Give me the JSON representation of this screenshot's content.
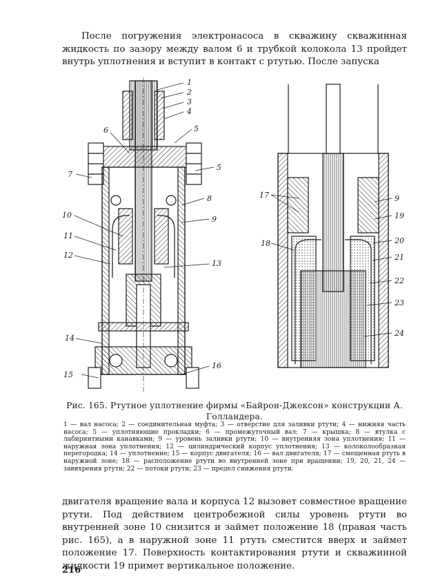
{
  "page": {
    "paragraph_top": "После погружения электронасоса в скважину скважинная жидкость по зазору между валом 6 и трубкой колокола 13 пройдет внутрь уплотнения и вступит в контакт с ртутью. После запуска",
    "figure_caption": "Рис. 165. Ртутное уплотнение фирмы «Байрон-Джексон» конструкции А. Голландера.",
    "figure_legend": "1 — вал насоса; 2 — соединительная муфта; 3 — отверстие для заливки ртути; 4 — нижняя часть насоса; 5 — уплотняющие прокладки; 6 — промежуточный вал; 7 — крышка; 8 — втулка с лабиринтными канавками; 9 — уровень заливки ртути; 10 — внутренняя зона уплотнения; 11 — наружная зона уплотнения; 12 — цилиндрический корпус уплотнения; 13 — колоколообразная перегородка; 14 — уплотнение; 15 — корпус двигателя; 16 — вал двигателя; 17 — смещенная ртуть в наружной зоне; 18 — расположение ртути во внутренней зоне при вращении; 19, 20, 21, 24 — завихрения ртути; 22 — потоки ртути; 23 — предел снижения ртути.",
    "paragraph_bottom": "двигателя вращение вала и корпуса 12 вызовет совместное вращение ртути. Под действием центробежной силы уровень ртути во внутренней зоне 10 снизится и займет положение 18 (правая часть рис. 165), а в наружной зоне 11 ртуть сместится вверх и займет положение 17. Поверхность контактирования ртути и скважинной жидкости 19 примет вертикальное положение.",
    "page_number": "216"
  },
  "figure": {
    "left_labels": [
      "1",
      "2",
      "3",
      "4",
      "5",
      "6",
      "5",
      "7",
      "8",
      "9",
      "10",
      "11",
      "12",
      "13",
      "14",
      "15",
      "16"
    ],
    "right_labels": [
      "17",
      "18",
      "9",
      "19",
      "20",
      "21",
      "22",
      "23",
      "24"
    ]
  }
}
